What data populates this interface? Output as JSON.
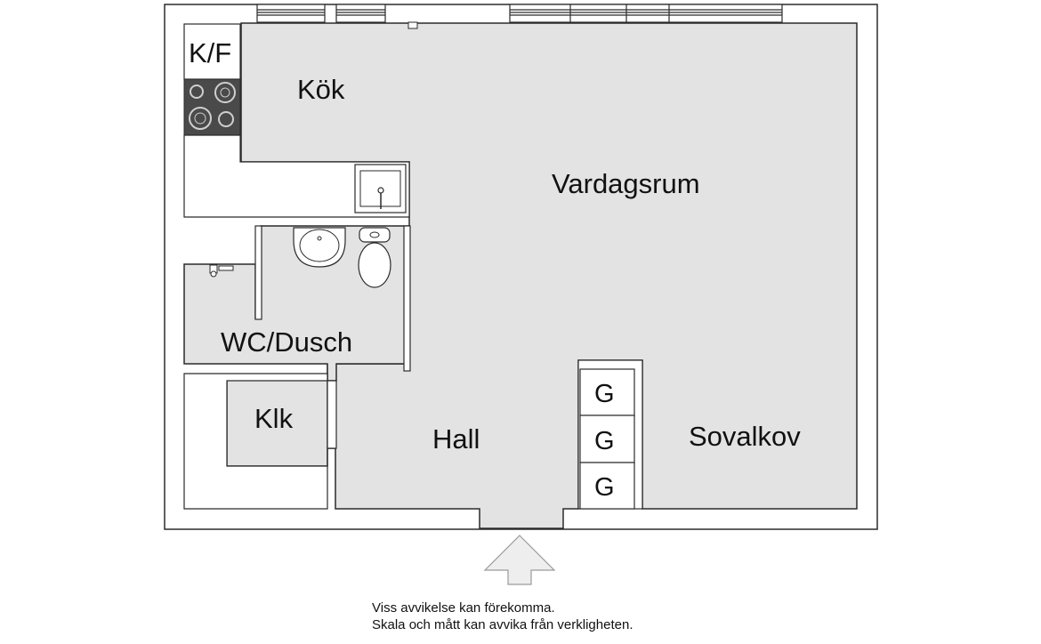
{
  "colors": {
    "floor": "#e3e3e3",
    "wall": "#2b2b2b",
    "stove": "#4a4a4a",
    "white": "#ffffff",
    "arrow": "#eeeeee"
  },
  "rooms": {
    "kf": "K/F",
    "kok": "Kök",
    "vardagsrum": "Vardagsrum",
    "wc": "WC/Dusch",
    "klk": "Klk",
    "hall": "Hall",
    "sovalkov": "Sovalkov"
  },
  "wardrobes": [
    "G",
    "G",
    "G"
  ],
  "icons": {
    "stove": "stove-icon",
    "sink": "kitchen-sink-icon",
    "washbasin": "washbasin-icon",
    "toilet": "toilet-icon",
    "shower": "shower-head-icon",
    "entrance": "entrance-arrow-icon"
  },
  "disclaimer": {
    "line1": "Viss avvikelse kan förekomma.",
    "line2": "Skala och mått kan avvika från verkligheten."
  }
}
